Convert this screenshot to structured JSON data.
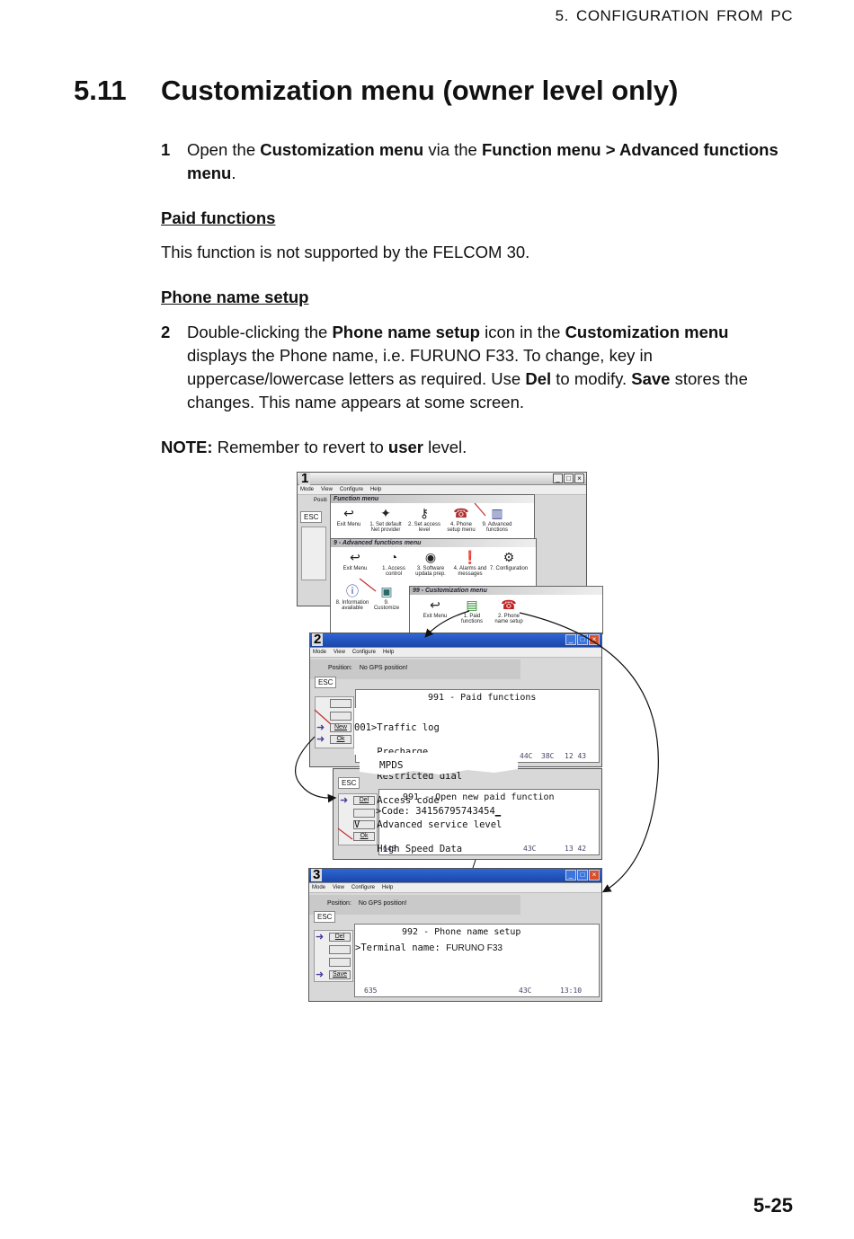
{
  "header": {
    "chapter": "5.  CONFIGURATION  FROM  PC"
  },
  "section": {
    "number": "5.11",
    "title": "Customization menu (owner level only)"
  },
  "step1": {
    "num": "1",
    "t1": "Open the ",
    "b1": "Customization menu",
    "t2": " via the ",
    "b2": "Function menu > Advanced functions menu",
    "t3": "."
  },
  "paid": {
    "heading": "Paid functions",
    "body": "This function is not supported by the FELCOM 30."
  },
  "phone": {
    "heading": "Phone name setup"
  },
  "step2": {
    "num": "2",
    "t1": "Double-clicking the ",
    "b1": "Phone name setup",
    "t2": " icon in the ",
    "b2": "Customization menu",
    "t3": " displays the Phone name, i.e. FURUNO F33. To change, key in uppercase/lowercase letters as required. Use ",
    "b3": "Del",
    "t4": " to modify. ",
    "b4": "Save",
    "t5": " stores the changes. This name appears at some screen."
  },
  "note": {
    "label": "NOTE:",
    "t1": " Remember to revert to ",
    "b1": "user",
    "t2": " level."
  },
  "figure": {
    "menubar": [
      "Mode",
      "View",
      "Configure",
      "Help"
    ],
    "badge1": "1",
    "badge2": "2",
    "badge3": "3",
    "esc": "ESC",
    "position_label": "Position:",
    "position_value": "No GPS position!",
    "position_label_short": "Positi",
    "function_menu": {
      "title": "Function menu",
      "items": [
        "Exit Menu",
        "1. Set default Net provider",
        "2. Set access level",
        "4. Phone setup menu",
        "9. Advanced functions"
      ]
    },
    "advanced_menu": {
      "title": "9 - Advanced functions menu",
      "items": [
        "Exit Menu",
        "1. Access control",
        "3. Software updata prep.",
        "4. Alarms and messages",
        "7. Configuration",
        "8. Information available",
        "9. Customize"
      ]
    },
    "custom_menu": {
      "title": "99 - Customization menu",
      "items": [
        "Exit Menu",
        "1. Paid functions",
        "2. Phone name setup"
      ]
    },
    "paid_screen": {
      "title": "991 - Paid functions",
      "lines": [
        "001>Traffic log",
        "    Precharge",
        "    Restricted dial",
        "    Access code",
        "V   Advanced service level",
        "    High Speed Data"
      ],
      "extra": "MPDS",
      "buttons": [
        "New",
        "Ok"
      ],
      "status": [
        "44C",
        "38C",
        "12 43"
      ]
    },
    "open_screen": {
      "title": "991 - Open new paid function",
      "code_label": ">Code: ",
      "code_value": "34156795743454",
      "buttons": [
        "Del",
        "Ok"
      ],
      "status": [
        "643",
        "43C",
        "13 42"
      ]
    },
    "phone_screen": {
      "title": "992 - Phone name setup",
      "label": ">Terminal name: ",
      "value": "FURUNO F33",
      "buttons": [
        "Del",
        "Save"
      ],
      "status": [
        "635",
        "43C",
        "13:10"
      ]
    }
  },
  "page_number": "5-25"
}
